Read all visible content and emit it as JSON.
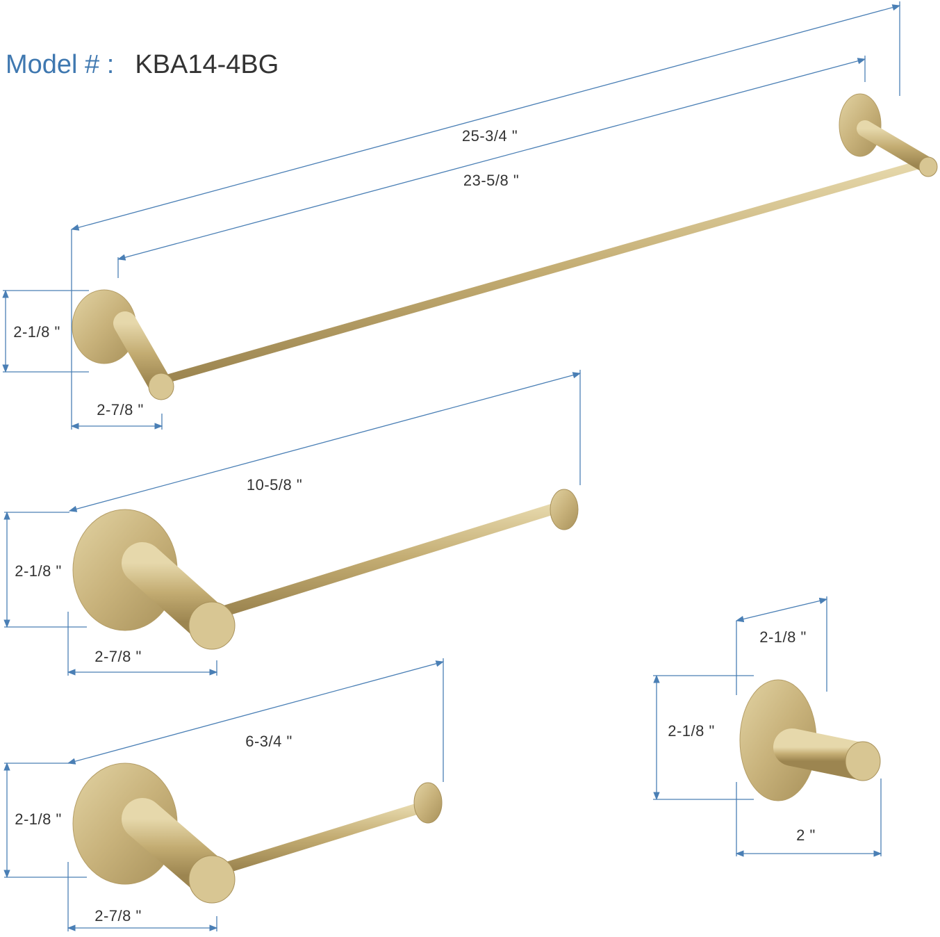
{
  "title": {
    "label": "Model # :",
    "model": "KBA14-4BG"
  },
  "colors": {
    "dimension_line": "#4a7fb5",
    "finish": "#c8b27b",
    "label_text": "#333333",
    "title_label": "#3f78b0"
  },
  "items": [
    {
      "name": "towel-bar",
      "dimensions": {
        "overall_length": "25-3/4 \"",
        "bar_length": "23-5/8 \"",
        "height": "2-1/8 \"",
        "projection": "2-7/8 \""
      }
    },
    {
      "name": "hand-towel-bar",
      "dimensions": {
        "length": "10-5/8 \"",
        "height": "2-1/8 \"",
        "projection": "2-7/8 \""
      }
    },
    {
      "name": "toilet-paper-holder",
      "dimensions": {
        "length": "6-3/4 \"",
        "height": "2-1/8 \"",
        "projection": "2-7/8 \""
      }
    },
    {
      "name": "robe-hook",
      "dimensions": {
        "width": "2-1/8 \"",
        "height": "2-1/8 \"",
        "projection": "2 \""
      }
    }
  ]
}
